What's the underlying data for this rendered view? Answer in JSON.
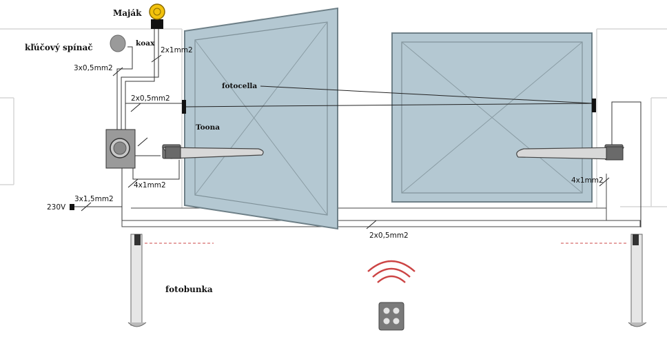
{
  "labels": {
    "beacon": "Maják",
    "key_switch": "kľúčový spínač",
    "coax": "koax",
    "cable_2x1": "2x1mm2",
    "cable_3x05": "3x0,5mm2",
    "cable_2x05_top": "2x0,5mm2",
    "photocell_gate": "fotocella",
    "operator": "Toona",
    "cable_4x1_left": "4x1mm2",
    "cable_4x1_right": "4x1mm2",
    "cable_3x15": "3x1,5mm2",
    "power": "230V",
    "cable_2x05_bottom": "2x0,5mm2",
    "photocell_post": "fotobunka"
  },
  "colors": {
    "gate_fill": "#b4c8d2",
    "gate_frame": "#6e8088",
    "beacon_lamp": "#f2c20c",
    "wire": "#333333",
    "wall": "#d8d8d8"
  }
}
